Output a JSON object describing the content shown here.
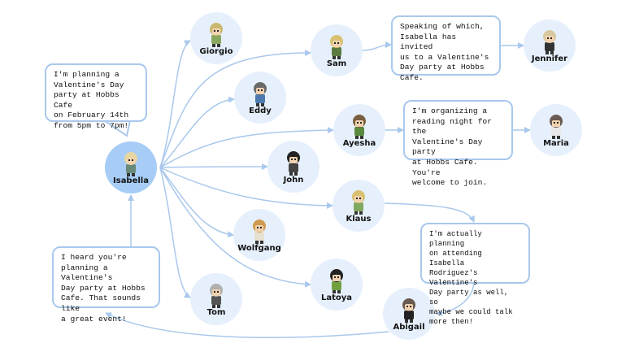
{
  "colors": {
    "node_fill": "#e6f0fc",
    "center_fill": "#a7cdf7",
    "edge": "#a9c8ec"
  },
  "nodes": [
    {
      "id": "isabella",
      "name": "Isabella",
      "hair": "#e8d6a0",
      "shirt": "#6a8a7a",
      "center": true
    },
    {
      "id": "giorgio",
      "name": "Giorgio",
      "hair": "#c9b870",
      "shirt": "#88a860"
    },
    {
      "id": "sam",
      "name": "Sam",
      "hair": "#d8c070",
      "shirt": "#5a7a40"
    },
    {
      "id": "jennifer",
      "name": "Jennifer",
      "hair": "#d8c8a0",
      "shirt": "#333333"
    },
    {
      "id": "eddy",
      "name": "Eddy",
      "hair": "#6a6a6a",
      "shirt": "#4a7ab0"
    },
    {
      "id": "ayesha",
      "name": "Ayesha",
      "hair": "#7a6040",
      "shirt": "#5a8a40"
    },
    {
      "id": "maria",
      "name": "Maria",
      "hair": "#6a5a50",
      "shirt": "#e8e8e8"
    },
    {
      "id": "john",
      "name": "John",
      "hair": "#222222",
      "shirt": "#444444"
    },
    {
      "id": "klaus",
      "name": "Klaus",
      "hair": "#d8c070",
      "shirt": "#80a860"
    },
    {
      "id": "wolfgang",
      "name": "Wolfgang",
      "hair": "#d09a50",
      "shirt": "#e8e0d0"
    },
    {
      "id": "latoya",
      "name": "Latoya",
      "hair": "#222222",
      "shirt": "#70a040"
    },
    {
      "id": "tom",
      "name": "Tom",
      "hair": "#b0b0b0",
      "shirt": "#555555"
    },
    {
      "id": "abigail",
      "name": "Abigail",
      "hair": "#6a5a50",
      "shirt": "#222222"
    }
  ],
  "bubbles": {
    "isabella_says": "I'm planning a\nValentine's Day\nparty at Hobbs Cafe\non February 14th\nfrom 5pm to 7pm!",
    "sam_to_jennifer": "Speaking of which,\nIsabella has invited\nus to a Valentine's\nDay party at Hobbs\nCafe.",
    "ayesha_to_maria": "I'm organizing a\nreading night for the\nValentine's Day party\nat Hobbs Cafe. You're\nwelcome to join.",
    "klaus_to_abigail": "I'm actually planning\non attending Isabella\nRodriguez's Valentine's\nDay party as well, so\nmaybe we could talk\nmore then!",
    "abigail_to_isabella": "I heard you're\nplanning a Valentine's\nDay party at Hobbs\nCafe. That sounds like\na great event!"
  }
}
